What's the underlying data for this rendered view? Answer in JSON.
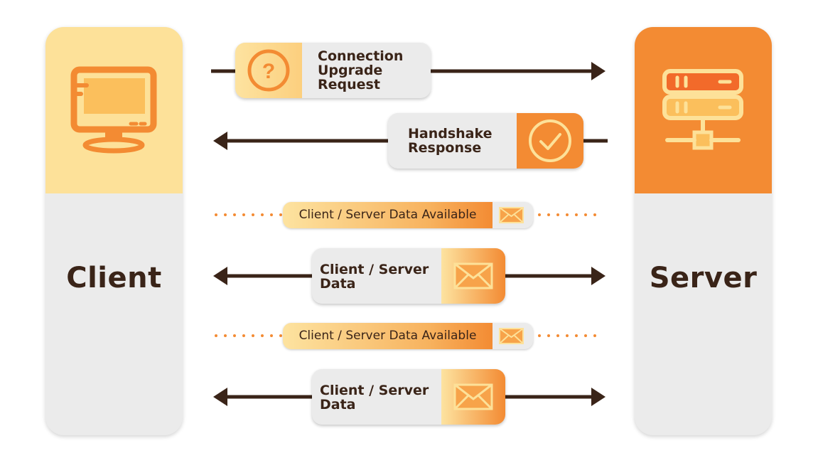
{
  "client": {
    "label": "Client",
    "icon": "desktop-monitor-icon",
    "accent": "#fde199"
  },
  "server": {
    "label": "Server",
    "icon": "server-rack-icon",
    "accent": "#f38b33"
  },
  "messages": [
    {
      "line1": "Connection",
      "line2": "Upgrade",
      "line3": "Request",
      "direction": "client-to-server",
      "icon": "question-icon"
    },
    {
      "line1": "Handshake",
      "line2": "Response",
      "direction": "server-to-client",
      "icon": "check-circle-icon"
    },
    {
      "label": "Client / Server Data Available",
      "style": "dotted",
      "icon": "envelope-icon"
    },
    {
      "line1": "Client / Server",
      "line2": "Data",
      "direction": "bidirectional",
      "icon": "envelope-icon"
    },
    {
      "label": "Client / Server Data Available",
      "style": "dotted",
      "icon": "envelope-icon"
    },
    {
      "line1": "Client / Server",
      "line2": "Data",
      "direction": "bidirectional",
      "icon": "envelope-icon"
    }
  ],
  "colors": {
    "dark": "#3a2418",
    "orange": "#f38b33",
    "light": "#fde199",
    "gray": "#ebebeb"
  }
}
